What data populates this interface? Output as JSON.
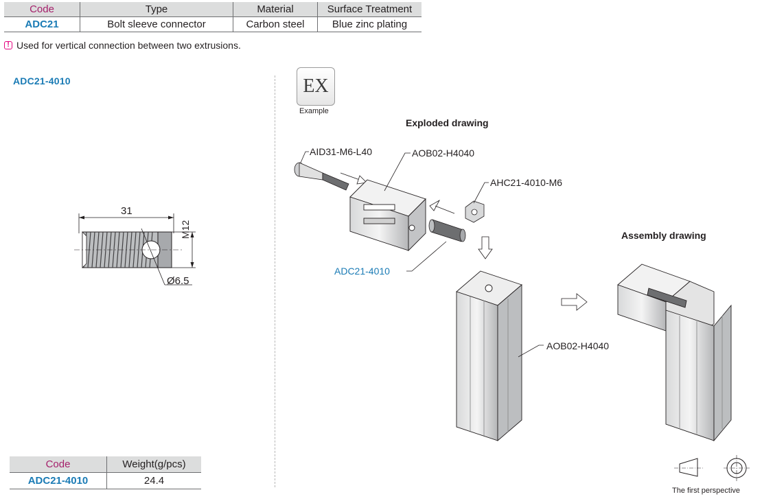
{
  "spec_table": {
    "headers": [
      "Code",
      "Type",
      "Material",
      "Surface Treatment"
    ],
    "row": {
      "code": "ADC21",
      "type": "Bolt sleeve connector",
      "material": "Carbon steel",
      "surface": "Blue zinc plating"
    }
  },
  "note": {
    "icon": "warning-icon",
    "text": "Used for vertical connection between two extrusions."
  },
  "part_title": "ADC21-4010",
  "dimensions": {
    "length": "31",
    "thread": "M12",
    "hole": "Ø6.5"
  },
  "weight_table": {
    "headers": [
      "Code",
      "Weight(g/pcs)"
    ],
    "row": {
      "code": "ADC21-4010",
      "weight": "24.4"
    }
  },
  "example": {
    "badge": "EX",
    "caption": "Example"
  },
  "exploded": {
    "heading": "Exploded drawing",
    "labels": {
      "bolt": "AID31-M6-L40",
      "profile_top": "AOB02-H4040",
      "nut": "AHC21-4010-M6",
      "connector": "ADC21-4010",
      "profile_bottom": "AOB02-H4040"
    }
  },
  "assembly": {
    "heading": "Assembly drawing"
  },
  "perspective": {
    "label": "The first perspective"
  },
  "colors": {
    "code_header": "#a5206b",
    "code_value": "#1a7bb5",
    "header_bg": "#dcdddd",
    "warning": "#e4007f"
  }
}
